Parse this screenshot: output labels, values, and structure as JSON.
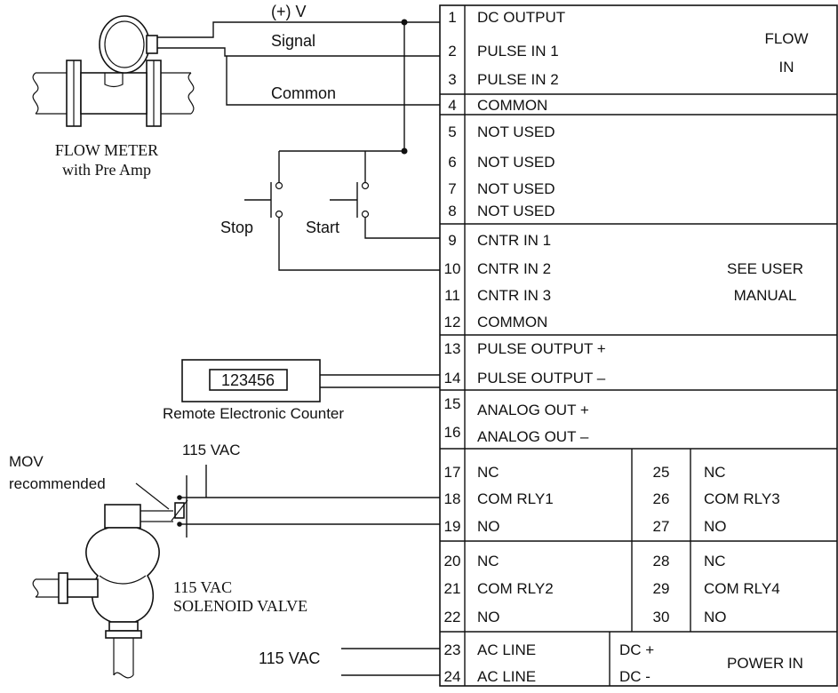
{
  "terminals": [
    {
      "num": "1",
      "label": "DC OUTPUT"
    },
    {
      "num": "2",
      "label": "PULSE IN 1"
    },
    {
      "num": "3",
      "label": "PULSE IN 2"
    },
    {
      "num": "4",
      "label": "COMMON"
    },
    {
      "num": "5",
      "label": "NOT USED"
    },
    {
      "num": "6",
      "label": "NOT USED"
    },
    {
      "num": "7",
      "label": "NOT USED"
    },
    {
      "num": "8",
      "label": "NOT USED"
    },
    {
      "num": "9",
      "label": "CNTR IN 1"
    },
    {
      "num": "10",
      "label": "CNTR IN 2"
    },
    {
      "num": "11",
      "label": "CNTR IN 3"
    },
    {
      "num": "12",
      "label": "COMMON"
    },
    {
      "num": "13",
      "label": "PULSE OUTPUT +"
    },
    {
      "num": "14",
      "label": "PULSE OUTPUT –"
    },
    {
      "num": "15",
      "label": "ANALOG OUT +"
    },
    {
      "num": "16",
      "label": "ANALOG OUT –"
    },
    {
      "num": "17",
      "label": "NC"
    },
    {
      "num": "18",
      "label": "COM RLY1"
    },
    {
      "num": "19",
      "label": "NO"
    },
    {
      "num": "20",
      "label": "NC"
    },
    {
      "num": "21",
      "label": "COM RLY2"
    },
    {
      "num": "22",
      "label": "NO"
    },
    {
      "num": "23",
      "label": "AC LINE"
    },
    {
      "num": "24",
      "label": "AC LINE"
    },
    {
      "num": "25",
      "label": "NC"
    },
    {
      "num": "26",
      "label": "COM RLY3"
    },
    {
      "num": "27",
      "label": "NO"
    },
    {
      "num": "28",
      "label": "NC"
    },
    {
      "num": "29",
      "label": "COM RLY4"
    },
    {
      "num": "30",
      "label": "NO"
    }
  ],
  "dc_labels": [
    "DC +",
    "DC -"
  ],
  "groups": {
    "flow_in_1": "FLOW",
    "flow_in_2": "IN",
    "see_user_1": "SEE USER",
    "see_user_2": "MANUAL",
    "power_in": "POWER IN"
  },
  "wires": {
    "plus_v": "(+) V",
    "signal": "Signal",
    "common": "Common"
  },
  "devices": {
    "flow_meter_1": "FLOW METER",
    "flow_meter_2": "with Pre Amp",
    "stop": "Stop",
    "start": "Start",
    "counter_display": "123456",
    "counter_label": "Remote Electronic Counter",
    "mov_1": "MOV",
    "mov_2": "recommended",
    "vac_valve": "115 VAC",
    "solenoid_1": "115 VAC",
    "solenoid_2": "SOLENOID VALVE",
    "vac_power": "115 VAC"
  }
}
